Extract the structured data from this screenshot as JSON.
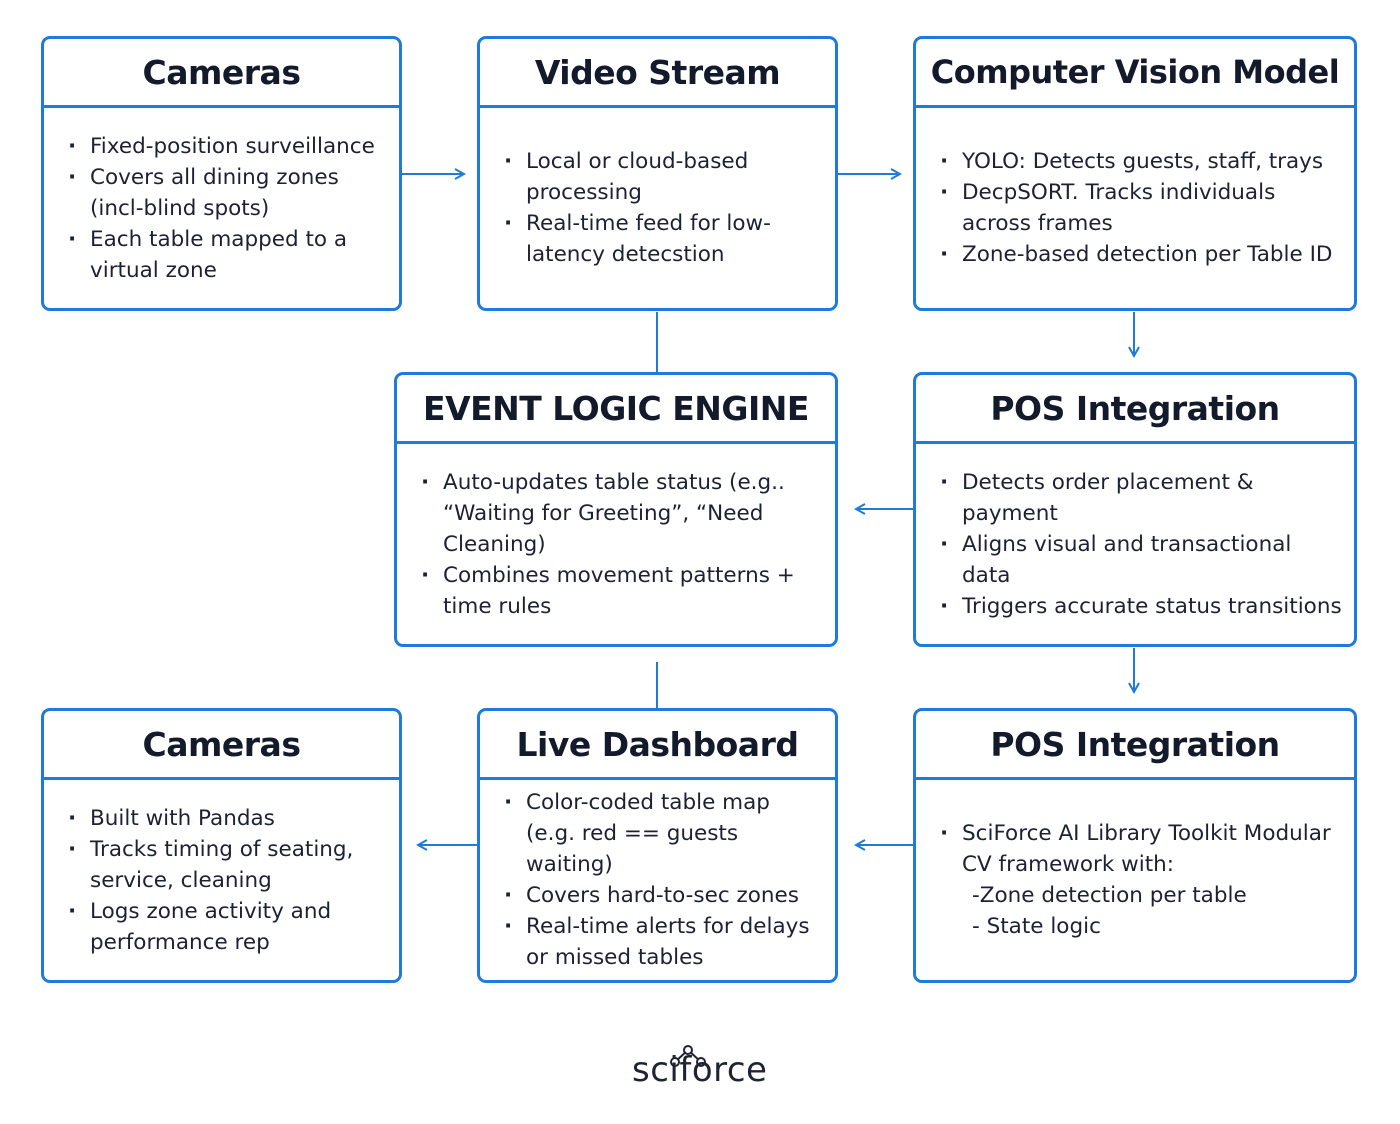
{
  "boxes": {
    "cameras_top": {
      "title": "Cameras",
      "items": [
        "Fixed-position surveillance",
        "Covers all dining zones (incl-blind spots)",
        "Each table mapped to a virtual zone"
      ]
    },
    "video_stream": {
      "title": "Video Stream",
      "items": [
        "Local or cloud-based processing",
        "Real-time feed for low-latency detecstion"
      ]
    },
    "cv_model": {
      "title": "Computer Vision Model",
      "items": [
        "YOLO: Detects guests, staff, trays",
        "DecpSORT. Tracks individuals across frames",
        "Zone-based detection per Table ID"
      ]
    },
    "event_logic": {
      "title": "EVENT LOGIC ENGINE",
      "items": [
        "Auto-updates table status (e.g.. “Waiting for Greeting”, “Need Cleaning)",
        "Combines movement patterns + time rules"
      ]
    },
    "pos_mid": {
      "title": "POS Integration",
      "items": [
        "Detects order placement & payment",
        "Aligns visual and transactional data",
        "Triggers accurate status transitions"
      ]
    },
    "cameras_bottom": {
      "title": "Cameras",
      "items": [
        "Built with Pandas",
        "Tracks timing of seating, service, cleaning",
        "Logs zone activity and performance rep"
      ]
    },
    "live_dashboard": {
      "title": "Live Dashboard",
      "items": [
        "Color-coded table map (e.g. red == guests waiting)",
        "Covers hard-to-sec zones",
        "Real-time alerts for delays or missed tables"
      ]
    },
    "pos_bottom": {
      "title": "POS Integration",
      "items": [
        "SciForce AI Library Toolkit Modular CV framework with:",
        "-Zone detection per table",
        "- State logic"
      ]
    }
  },
  "logo": "sciforce",
  "colors": {
    "accent": "#1f7ad9",
    "text": "#1b2233"
  }
}
